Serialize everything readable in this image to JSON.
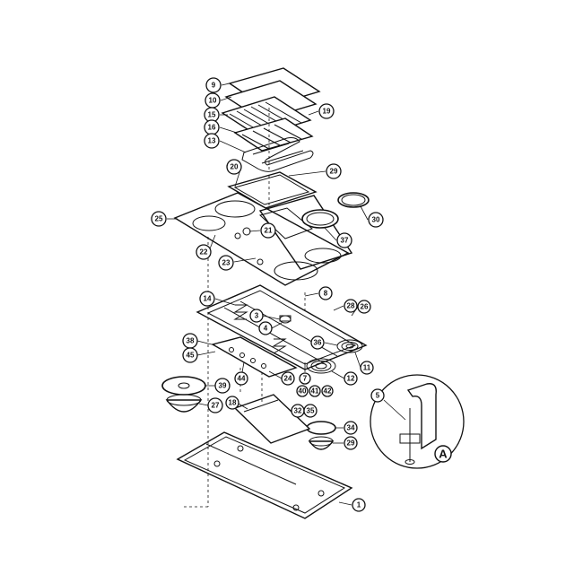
{
  "diagram": {
    "part_numbers": [
      "9",
      "10",
      "15",
      "16",
      "13",
      "19",
      "20",
      "29",
      "25",
      "30",
      "21",
      "37",
      "22",
      "23",
      "14",
      "8",
      "28",
      "26",
      "3",
      "4",
      "38",
      "36",
      "45",
      "11",
      "44",
      "24",
      "12",
      "7",
      "39",
      "40",
      "41",
      "42",
      "27",
      "18",
      "32",
      "35",
      "34",
      "29",
      "1",
      "5",
      "A"
    ],
    "detail_label": "A",
    "colors": {
      "ink": "#111111",
      "paper": "#ffffff"
    }
  }
}
